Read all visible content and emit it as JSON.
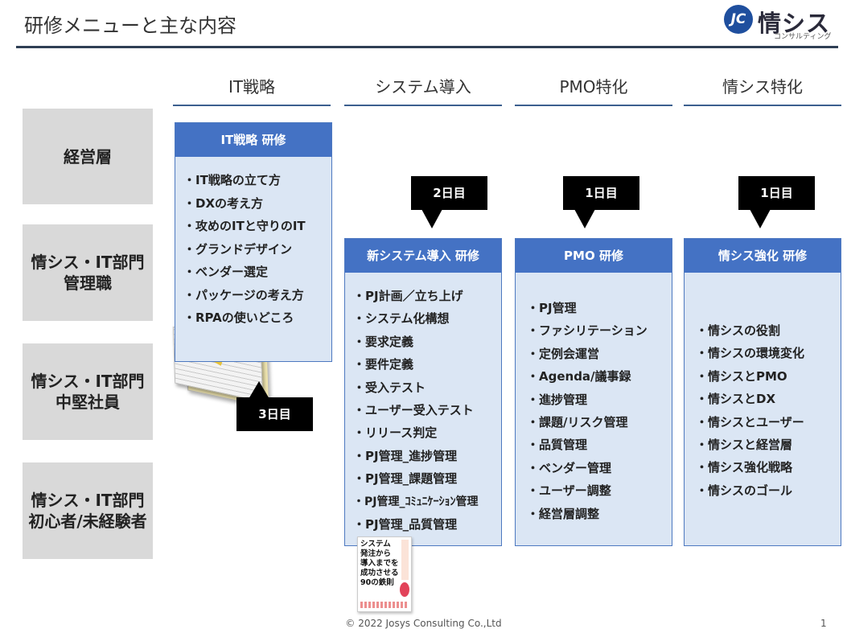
{
  "header": {
    "title": "研修メニューと主な内容"
  },
  "logo": {
    "mark": "JC",
    "text": "情シス",
    "sub": "コンサルティング"
  },
  "columns": [
    "IT戦略",
    "システム導入",
    "PMO特化",
    "情シス特化"
  ],
  "rows": [
    "経営層",
    "情シス・IT部門\n管理職",
    "情シス・IT部門\n中堅社員",
    "情シス・IT部門\n初心者/未経験者"
  ],
  "cards": [
    {
      "title": "IT戦略 研修",
      "items": [
        "・IT戦略の立て方",
        "・DXの考え方",
        "・攻めのITと守りのIT",
        "・グランドデザイン",
        "・ベンダー選定",
        "・パッケージの考え方",
        "・RPAの使いどころ"
      ]
    },
    {
      "title": "新システム導入 研修",
      "items": [
        "・PJ計画／立ち上げ",
        "・システム化構想",
        "・要求定義",
        "・要件定義",
        "・受入テスト",
        "・ユーザー受入テスト",
        "・リリース判定",
        "・PJ管理_進捗管理",
        "・PJ管理_課題管理",
        "・PJ管理_ｺﾐｭﾆｹｰｼｮﾝ管理",
        "・PJ管理_品質管理"
      ]
    },
    {
      "title": "PMO 研修",
      "items": [
        "・PJ管理",
        "・ファシリテーション",
        "・定例会運営",
        "・Agenda/議事録",
        "・進捗管理",
        "・課題/リスク管理",
        "・品質管理",
        "・ベンダー管理",
        "・ユーザー調整",
        "・経営層調整"
      ]
    },
    {
      "title": "情シス強化 研修",
      "items": [
        "・情シスの役割",
        "・情シスの環境変化",
        "・情シスとPMO",
        "・情シスとDX",
        "・情シスとユーザー",
        "・情シスと経営層",
        "・情シス強化戦略",
        "・情シスのゴール"
      ]
    }
  ],
  "durations": [
    "3日目",
    "2日目",
    "1日目",
    "1日目"
  ],
  "book": {
    "cover_text": "システム\n発注から\n導入までを\n成功させる\n90の鉄則"
  },
  "footer": {
    "copyright": "© 2022 Josys Consulting Co.,Ltd",
    "page": "1"
  }
}
